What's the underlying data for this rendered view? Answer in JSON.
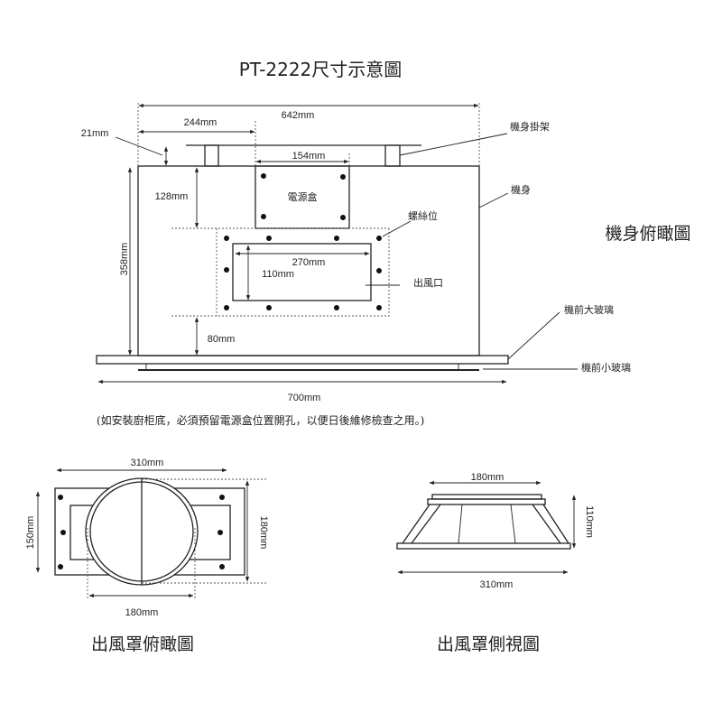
{
  "title": "PT-2222尺寸示意圖",
  "top_view": {
    "heading": "機身俯瞰圖",
    "dims": {
      "overall_width": "642mm",
      "offset_left": "244mm",
      "bracket_height": "21mm",
      "power_box_width": "154mm",
      "power_box_offset": "128mm",
      "body_depth": "358mm",
      "outlet_width": "270mm",
      "outlet_height": "110mm",
      "outlet_bottom": "80mm",
      "glass_width": "700mm"
    },
    "labels": {
      "power_box": "電源盒",
      "screw_position": "螺絲位",
      "outlet": "出風口",
      "bracket": "機身掛架",
      "body": "機身",
      "front_big_glass": "機前大玻璃",
      "front_small_glass": "機前小玻璃"
    },
    "note": "(如安裝廚柜底，必須預留電源盒位置開孔，以便日後維修檢查之用。)"
  },
  "hood_top_view": {
    "heading": "出風罩俯瞰圖",
    "width": "310mm",
    "height": "150mm",
    "circle_height": "180mm",
    "circle_width": "180mm"
  },
  "hood_side_view": {
    "heading": "出風罩側視圖",
    "top_width": "180mm",
    "height": "110mm",
    "base_width": "310mm"
  }
}
